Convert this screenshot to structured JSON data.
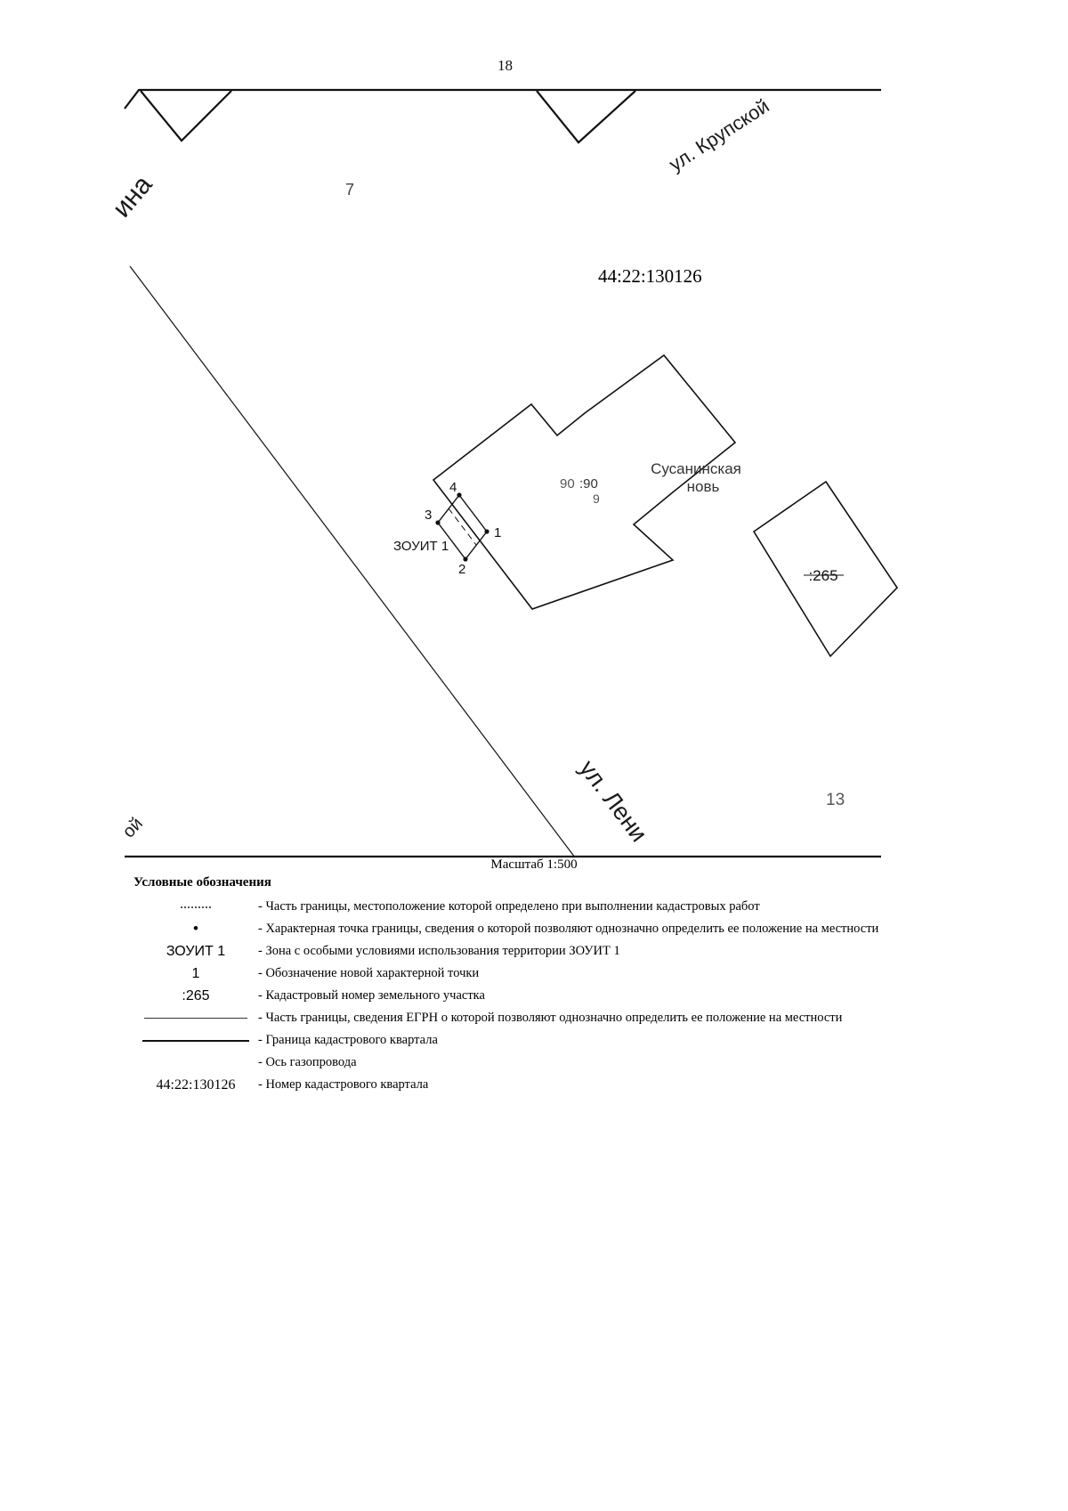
{
  "page": {
    "number": "18"
  },
  "map": {
    "quarter_number": "44:22:130126",
    "scale_label": "Масштаб 1:500",
    "street_krupskoy": "ул. Крупской",
    "street_lenina": "ул. Лени",
    "street_left_top": "ина",
    "street_left_bottom": "ой",
    "label_7": "7",
    "label_13": "13",
    "label_9": "9",
    "parcel_90_prefix": "90",
    "parcel_90": ":90",
    "parcel_265": ":265",
    "place_name_line1": "Сусанинская",
    "place_name_line2": "новь",
    "zouit_label": "ЗОУИТ 1",
    "point_1": "1",
    "point_2": "2",
    "point_3": "3",
    "point_4": "4"
  },
  "legend": {
    "title": "Условные обозначения",
    "items": [
      {
        "symbol": "",
        "text": "- Часть границы, местоположение которой определено при выполнении кадастровых работ"
      },
      {
        "symbol": "•",
        "text": "- Характерная точка границы, сведения о которой позволяют однозначно определить ее положение на местности"
      },
      {
        "symbol": "ЗОУИТ 1",
        "text": "- Зона с особыми условиями использования территории ЗОУИТ 1"
      },
      {
        "symbol": "1",
        "text": "- Обозначение новой характерной точки"
      },
      {
        "symbol": ":265",
        "text": "- Кадастровый номер земельного участка"
      },
      {
        "symbol": "",
        "text": "- Часть границы, сведения ЕГРН о которой позволяют однозначно определить ее положение на местности"
      },
      {
        "symbol": "",
        "text": "- Граница кадастрового квартала"
      },
      {
        "symbol": "",
        "text": "- Ось газопровода"
      },
      {
        "symbol": "44:22:130126",
        "text": "- Номер кадастрового квартала"
      }
    ]
  }
}
